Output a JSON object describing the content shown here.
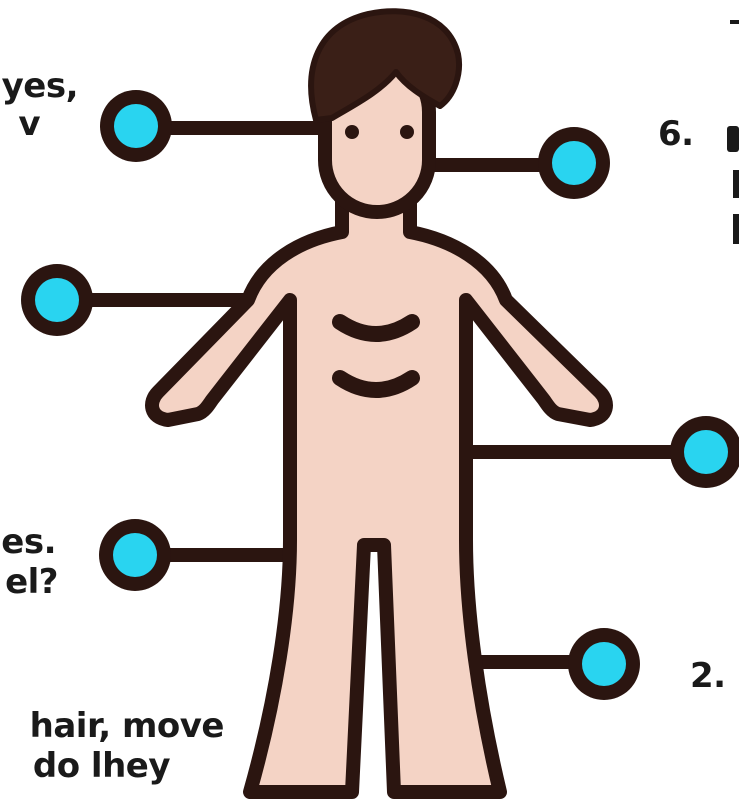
{
  "diagram": {
    "colors": {
      "outline": "#2b1510",
      "skin": "#f4d3c5",
      "hair": "#3a1f17",
      "dot": "#29d4f0",
      "text": "#1a1a1a"
    },
    "labels": {
      "top_left_line1": "yes,",
      "top_left_line2": "v",
      "top_right_number": "6.",
      "mid_left_line1": "es.",
      "mid_left_line2": "el?",
      "bottom_left_line1": "hair, move",
      "bottom_left_line2": "do lhey",
      "bottom_right_number": "2."
    }
  }
}
